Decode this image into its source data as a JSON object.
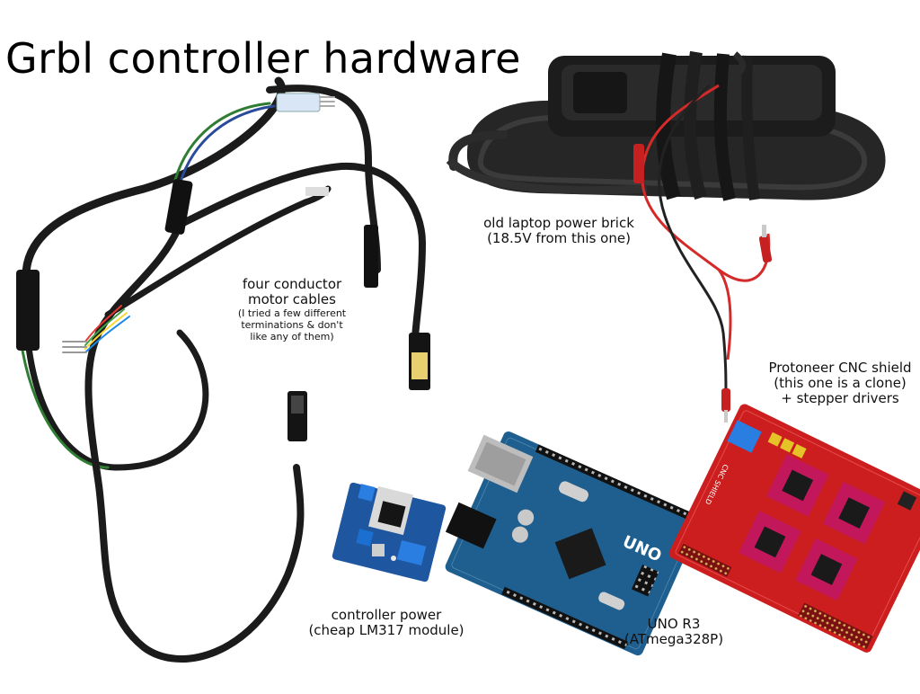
{
  "title": "Grbl controller hardware",
  "captions": {
    "power_brick": {
      "line1": "old laptop power brick",
      "line2": "(18.5V from this one)"
    },
    "motor_cables": {
      "line1": "four conductor",
      "line2": "motor cables",
      "note1": "(I tried a few different",
      "note2": "terminations & don't",
      "note3": "like any of them)"
    },
    "cnc_shield": {
      "line1": "Protoneer CNC shield",
      "line2": "(this one is a clone)",
      "line3": "+ stepper drivers"
    },
    "controller_power": {
      "line1": "controller power",
      "line2": "(cheap LM317 module)"
    },
    "uno": {
      "line1": "UNO R3",
      "line2": "(ATmega328P)"
    }
  },
  "board_markings": {
    "uno_logo": "UNO",
    "shield_text": "CNC SHIELD"
  },
  "colors": {
    "uno_board": "#1f5f8f",
    "shield_board": "#cc1e1e",
    "driver_board": "#c2185b",
    "module_board": "#1e56a0",
    "cable": "#1b1b1b",
    "red_wire": "#d42a2a"
  }
}
